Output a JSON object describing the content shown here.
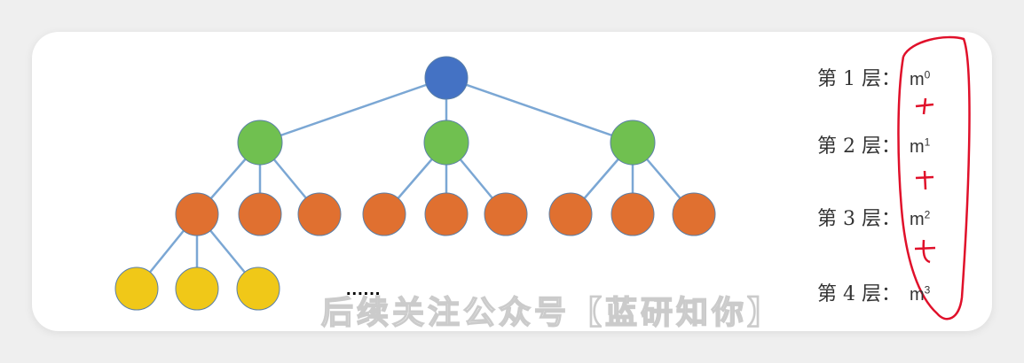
{
  "diagram": {
    "levels": [
      {
        "label": "第 1 层：",
        "base": "m",
        "exp": "0"
      },
      {
        "label": "第 2 层：",
        "base": "m",
        "exp": "1"
      },
      {
        "label": "第 3 层：",
        "base": "m",
        "exp": "2"
      },
      {
        "label": "第 4 层：",
        "base": "m",
        "exp": "3"
      }
    ],
    "ellipsis": "......",
    "plus_marks": [
      "+",
      "+",
      "+"
    ],
    "watermark": "后续关注公众号【蓝研知你】",
    "colors": {
      "root": "#4472c4",
      "level2": "#70c050",
      "level3": "#e07030",
      "level4": "#f0c818",
      "edge": "#7ba7d4",
      "annotation": "#e0102a"
    }
  }
}
